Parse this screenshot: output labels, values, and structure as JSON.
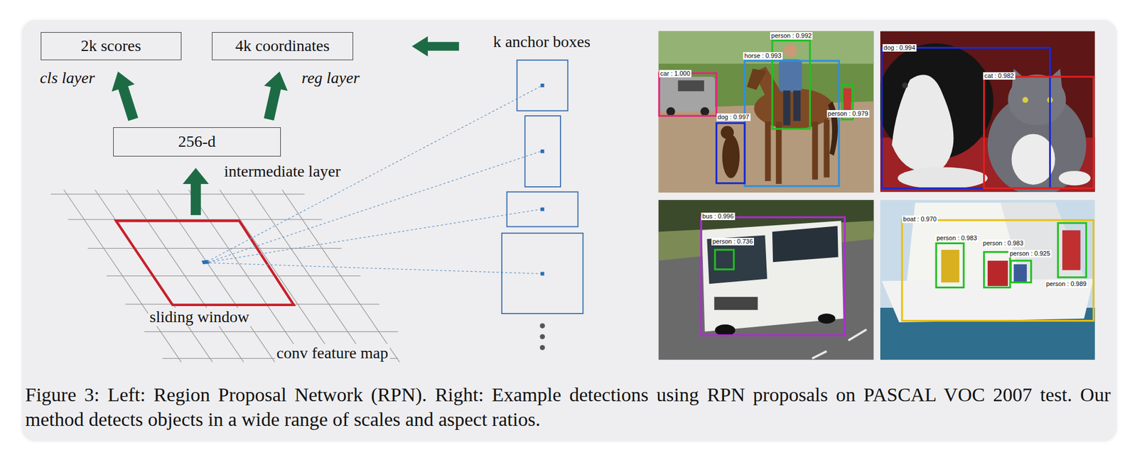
{
  "diagram": {
    "caption": "Figure 3: Left: Region Proposal Network (RPN). Right: Example detections using RPN proposals on PASCAL VOC 2007 test. Our method detects objects in a wide range of scales and aspect ratios.",
    "nodes": [
      {
        "text": [
          "2k scores"
        ]
      },
      {
        "text": [
          "4k coordinates"
        ]
      },
      {
        "text": [
          "256-d"
        ]
      }
    ],
    "edges": [
      {
        "from": 2,
        "to": 0,
        "arrow": "to"
      },
      {
        "from": 2,
        "to": 1,
        "arrow": "to"
      }
    ],
    "labels": [
      "cls layer",
      "reg layer",
      "k anchor boxes",
      "intermediate layer",
      "sliding window",
      "conv feature map",
      "car : 1.000",
      "person : 0.992",
      "horse : 0.993",
      "dog : 0.997",
      "person : 0.979",
      "dog : 0.994",
      "cat : 0.982",
      "bus : 0.996",
      "person : 0.736",
      "boat : 0.970",
      "person : 0.983",
      "person : 0.983",
      "person : 0.925",
      "person : 0.989"
    ]
  }
}
